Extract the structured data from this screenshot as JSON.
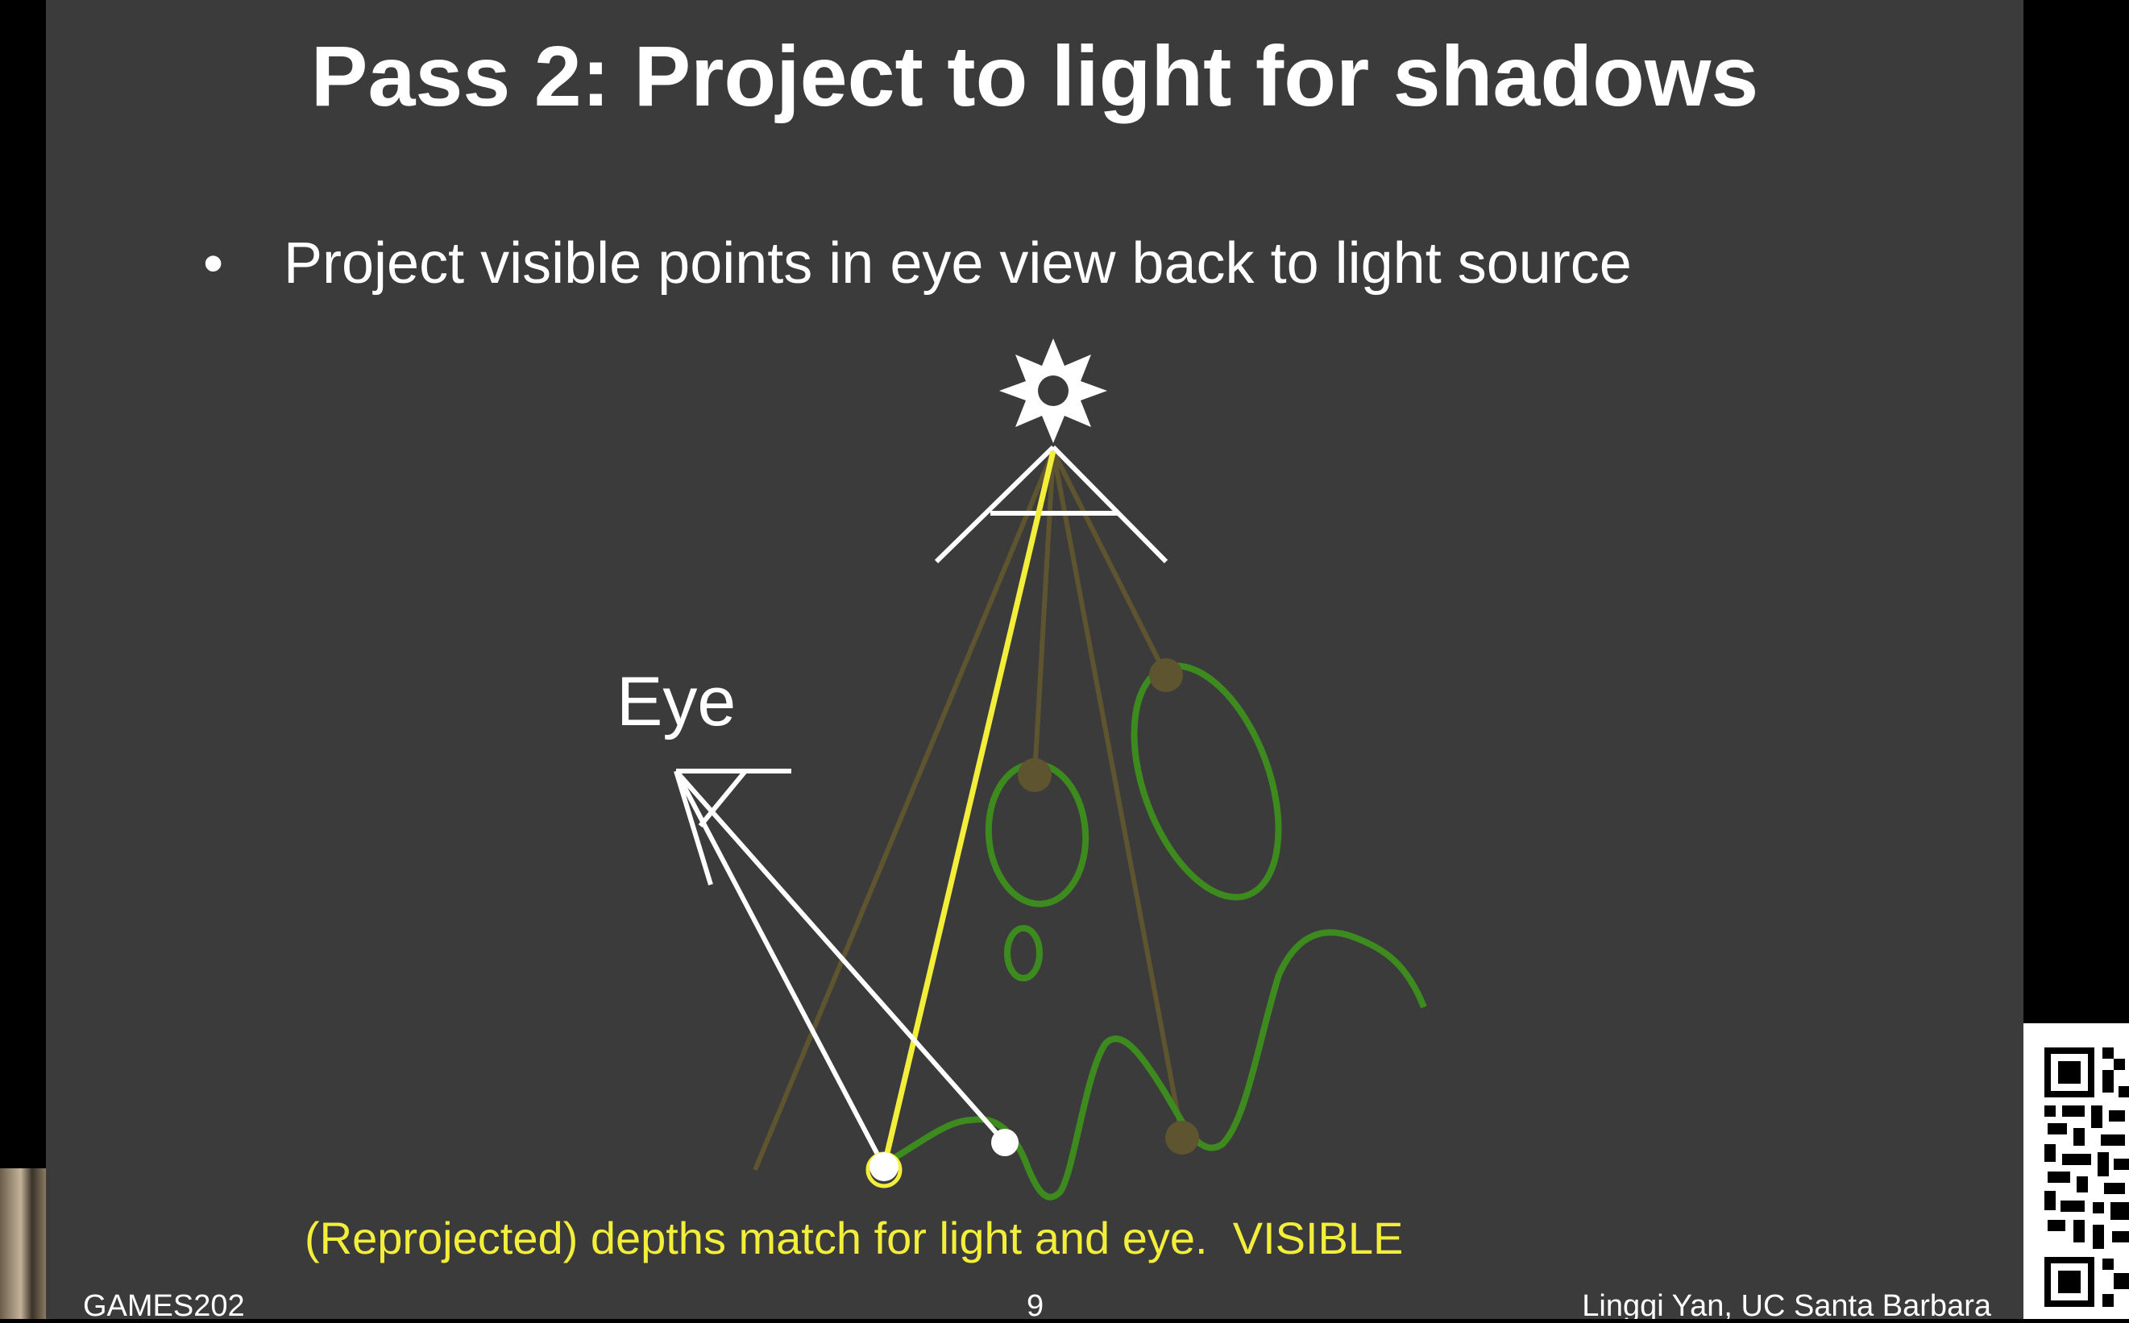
{
  "slide": {
    "title": "Pass 2: Project to light for shadows",
    "bullet": "Project visible points in eye view back to light source",
    "eye_label": "Eye",
    "caption": "(Reprojected) depths match for light and eye.  VISIBLE",
    "footer_left": "GAMES202",
    "page_number": "9",
    "footer_right": "Lingqi Yan, UC Santa Barbara"
  },
  "colors": {
    "background": "#3b3b3b",
    "text": "#ffffff",
    "highlight_ray": "#f2ee3a",
    "geometry": "#3d8a1e",
    "faded_ray": "#5e5530"
  },
  "icons": {
    "light": "sun-star-icon",
    "qr": "qr-code-icon"
  }
}
